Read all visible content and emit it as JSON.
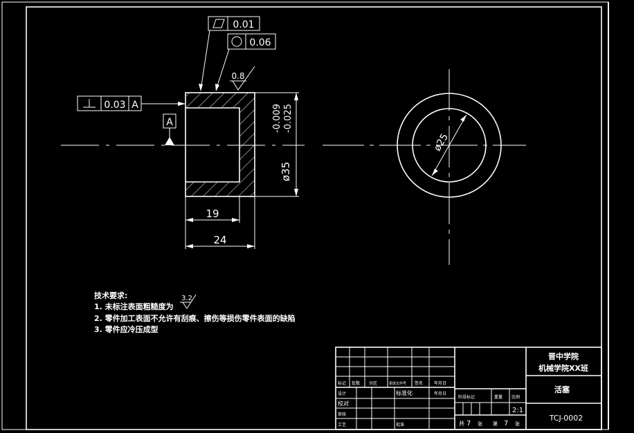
{
  "colors": {
    "background": "#000000",
    "lines": "#ffffff"
  },
  "tolerances": {
    "flatness": {
      "symbol": "flatness-symbol",
      "value": "0.01"
    },
    "circularity": {
      "symbol": "circularity-symbol",
      "value": "0.06"
    },
    "perpendicularity": {
      "symbol": "perpendicularity-symbol",
      "value": "0.03",
      "datum": "A"
    }
  },
  "datum_label": "A",
  "roughness_top": "0.8",
  "dimensions": {
    "inner_length": "19",
    "total_length": "24",
    "outer_diameter": "ø35",
    "outer_tol_upper": "-0.009",
    "outer_tol_lower": "-0.025",
    "bore_diameter": "ø25"
  },
  "tech_requirements": {
    "heading": "技术要求:",
    "items": [
      "1. 未标注表面粗糙度为",
      "2. 零件加工表面不允许有刮痕、擦伤等损伤零件表面的缺陷",
      "3. 零件应冷压成型"
    ],
    "roughness_value": "3.2"
  },
  "title_block": {
    "school": "晋中学院",
    "class": "机械学院XX班",
    "part_name": "活塞",
    "drawing_no": "TCJ-0002",
    "scale": "2:1",
    "labels": {
      "mark": "标记",
      "count": "处数",
      "zone": "分区",
      "change_doc": "更改文件号",
      "signature": "签名",
      "date": "年月日",
      "design": "设计",
      "standardize": "标准化",
      "ymd": "年月日",
      "stage_mark": "阶段标记",
      "weight": "重量",
      "scale": "比例",
      "check": "校对",
      "review": "审核",
      "process": "工艺",
      "approve": "批准"
    },
    "sheets": {
      "total_label": "共",
      "total": "7",
      "sheets_unit": "张",
      "this_label": "第",
      "this": "7",
      "this_unit": "张"
    }
  }
}
